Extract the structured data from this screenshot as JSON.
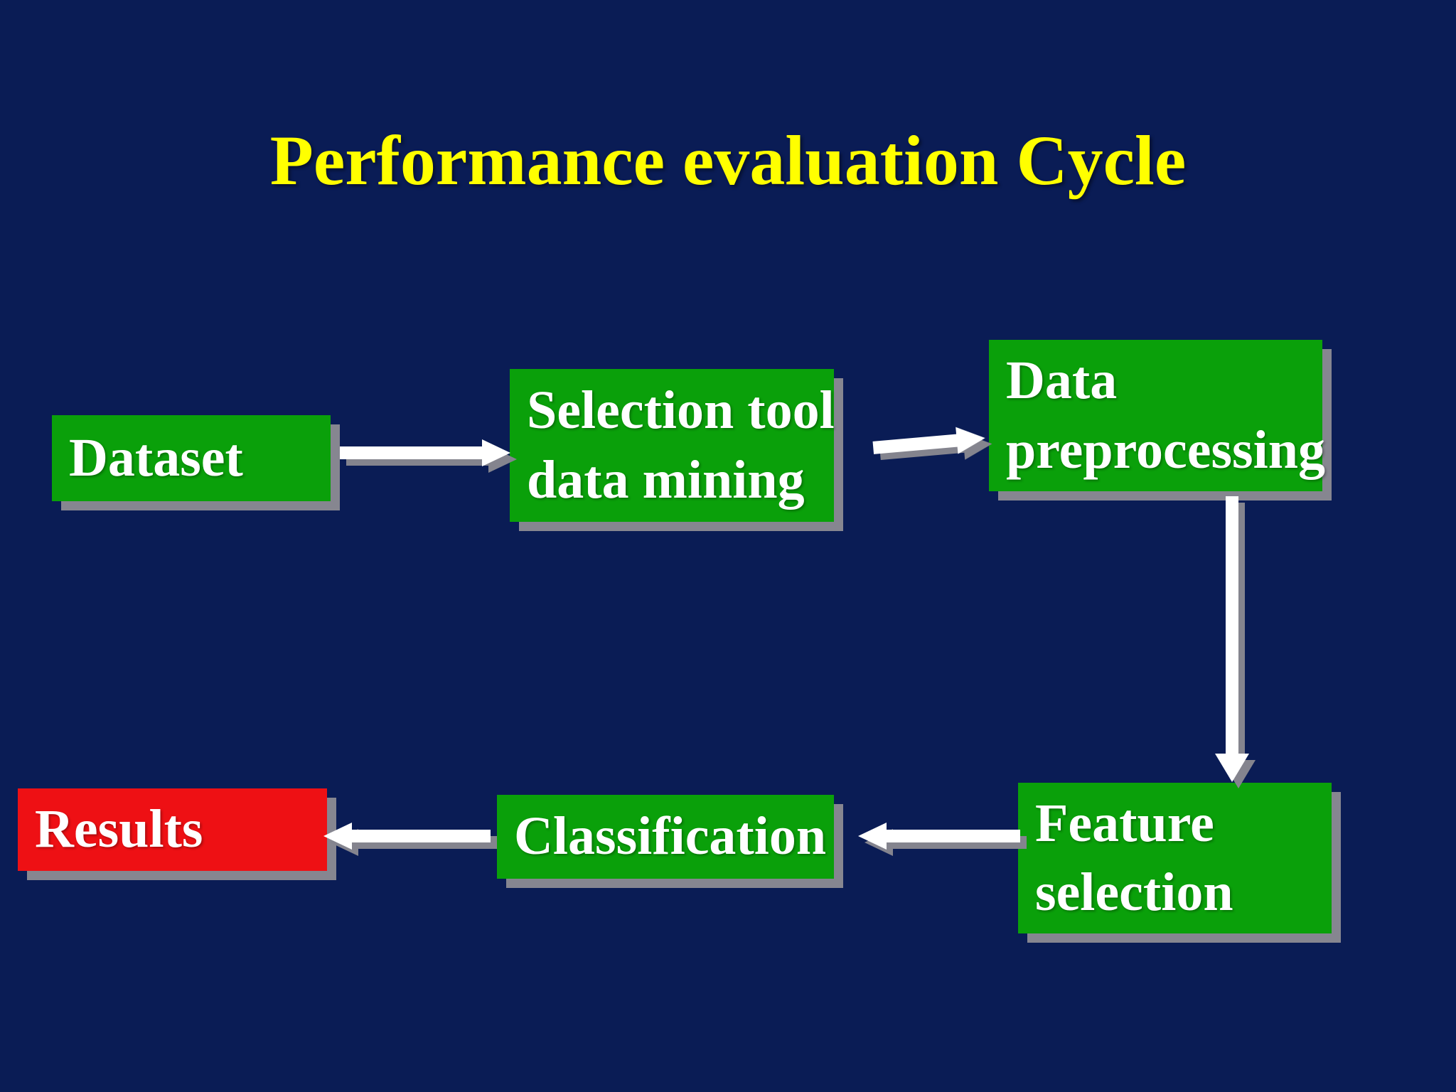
{
  "slide": {
    "title": "Performance evaluation Cycle"
  },
  "colors": {
    "background": "#0A1C55",
    "title_text": "#FFFF00",
    "node_green": "#0AA00A",
    "node_red": "#EE1014",
    "node_text": "#FFFFFF",
    "arrow": "#FFFFFF",
    "shadow_gray": "#868690"
  },
  "nodes": {
    "dataset": {
      "label": "Dataset"
    },
    "selection_tool": {
      "line1": "Selection tool",
      "line2": "data mining"
    },
    "preprocessing": {
      "line1": "Data",
      "line2": "preprocessing"
    },
    "feature_selection": {
      "line1": "Feature",
      "line2": "selection"
    },
    "classification": {
      "label": "Classification"
    },
    "results": {
      "label": "Results"
    }
  },
  "edges": [
    {
      "from": "dataset",
      "to": "selection_tool",
      "direction": "right"
    },
    {
      "from": "selection_tool",
      "to": "preprocessing",
      "direction": "right"
    },
    {
      "from": "preprocessing",
      "to": "feature_selection",
      "direction": "down"
    },
    {
      "from": "feature_selection",
      "to": "classification",
      "direction": "left"
    },
    {
      "from": "classification",
      "to": "results",
      "direction": "left"
    }
  ]
}
